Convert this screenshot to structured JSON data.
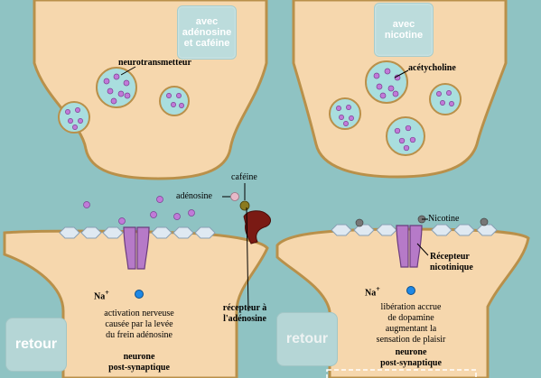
{
  "buttons": {
    "caffeine": "avec adénosine et caféine",
    "nicotine": "avec nicotine",
    "retour_left": "retour",
    "retour_right": "retour"
  },
  "left": {
    "neurotransmitter": "neurotransmetteur",
    "caffeine": "caféine",
    "adenosine": "adénosine",
    "na": "Na",
    "na_sup": "+",
    "effect": [
      "activation nerveuse",
      "causée par la levée",
      "du frein adénosine"
    ],
    "receptor": [
      "récepteur à",
      "l'adénosine"
    ],
    "neuron": [
      "neurone",
      "post-synaptique"
    ]
  },
  "right": {
    "acetylcholine": "acétycholine",
    "nicotine": "Nicotine",
    "receptor": [
      "Récepteur",
      "nicotinique"
    ],
    "na": "Na",
    "na_sup": "+",
    "effect": [
      "libération accrue",
      "de dopamine",
      "augmentant la",
      "sensation de plaisir"
    ],
    "neuron": [
      "neurone",
      "post-synaptique"
    ]
  },
  "colors": {
    "background": "#8fc3c3",
    "neuron_fill": "#f6d7ad",
    "neuron_stroke": "#b9904a",
    "vesicle": "#a9dede",
    "molecule": "#c07ad8",
    "channel": "#b67ac8",
    "adenosine_receptor": "#7a1a14",
    "na_ion": "#1e88e5"
  }
}
